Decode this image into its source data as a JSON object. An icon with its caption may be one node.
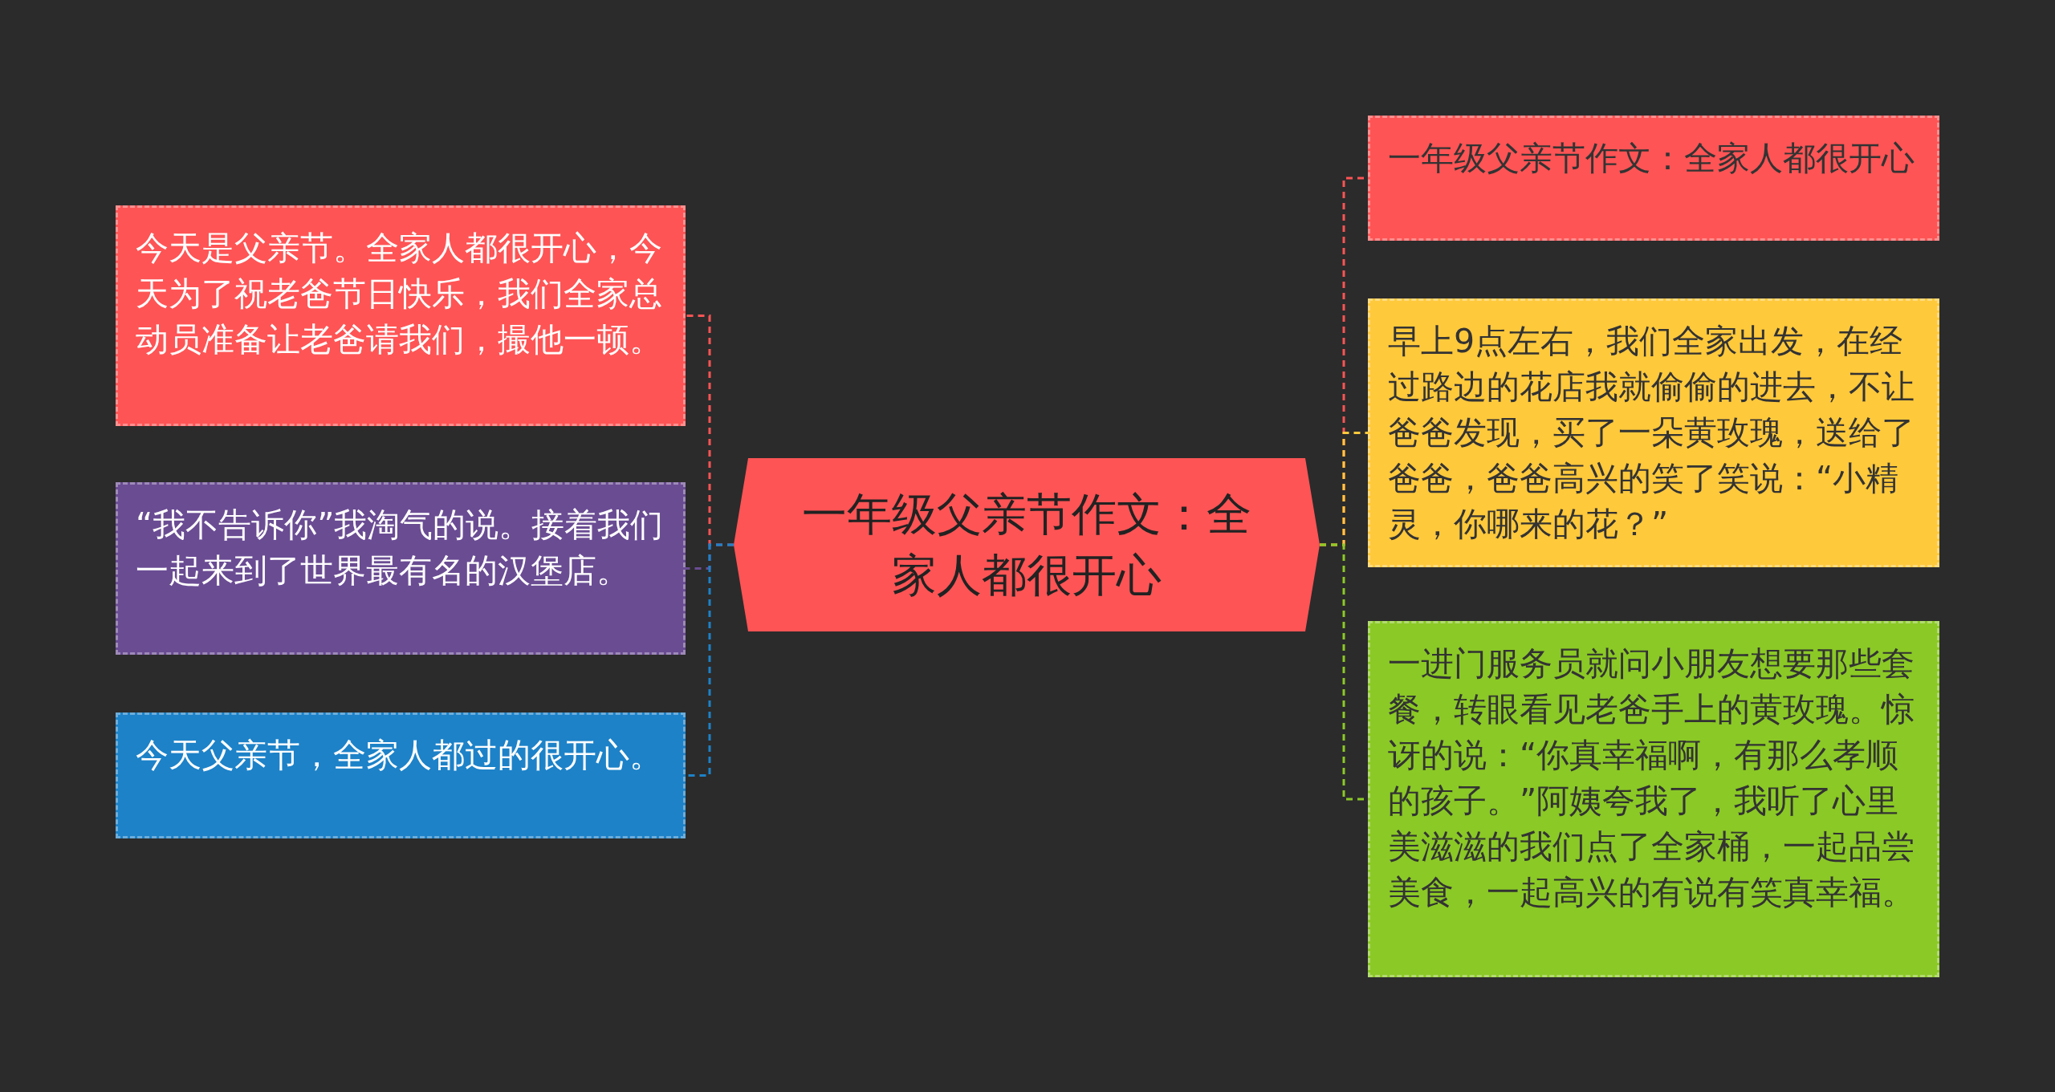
{
  "diagram": {
    "nodes": [
      {
        "text": [
          "一年级父亲节作文：全家人都很开心"
        ]
      },
      {
        "text": [
          "今天是父亲节。全家人都很开心，今天为了祝老爸节日快乐，我们全家总动员准备让老爸请我们，撮他一顿。"
        ]
      },
      {
        "text": [
          "“我不告诉你”我淘气的说。接着我们一起来到了世界最有名的汉堡店。"
        ]
      },
      {
        "text": [
          "今天父亲节，全家人都过的很开心。"
        ]
      },
      {
        "text": [
          "一年级父亲节作文：全家人都很开心"
        ]
      },
      {
        "text": [
          "早上9点左右，我们全家出发，在经过路边的花店我就偷偷的进去，不让爸爸发现，买了一朵黄玫瑰，送给了爸爸，爸爸高兴的笑了笑说：“小精灵，你哪来的花？”"
        ]
      },
      {
        "text": [
          "一进门服务员就问小朋友想要那些套餐，转眼看见老爸手上的黄玫瑰。惊讶的说：“你真幸福啊，有那么孝顺的孩子。”阿姨夸我了，我听了心里美滋滋的我们点了全家桶，一起品尝美食，一起高兴的有说有笑真幸福。"
        ]
      }
    ],
    "edges": [
      {
        "from": 0,
        "to": 1,
        "arrow": "none",
        "style": "dashed",
        "color": "#fe5455"
      },
      {
        "from": 0,
        "to": 2,
        "arrow": "none",
        "style": "dashed",
        "color": "#6a4c93"
      },
      {
        "from": 0,
        "to": 3,
        "arrow": "none",
        "style": "dashed",
        "color": "#1d82c8"
      },
      {
        "from": 0,
        "to": 4,
        "arrow": "none",
        "style": "dashed",
        "color": "#fe5455"
      },
      {
        "from": 0,
        "to": 5,
        "arrow": "none",
        "style": "dashed",
        "color": "#ffc93c"
      },
      {
        "from": 0,
        "to": 6,
        "arrow": "none",
        "style": "dashed",
        "color": "#8bc926"
      }
    ]
  }
}
